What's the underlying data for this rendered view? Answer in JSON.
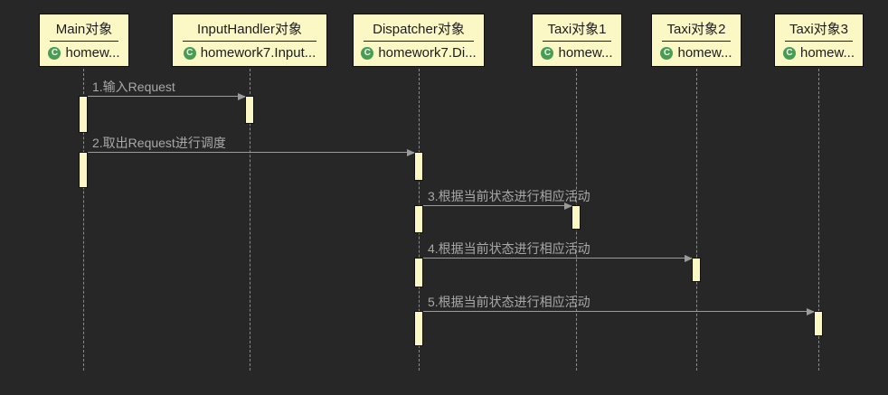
{
  "diagram": {
    "type": "uml-sequence-diagram",
    "background_color": "#272727",
    "node_fill_color": "#fbf8c6",
    "node_border_color": "#0e0e0e",
    "arrow_color": "#9b9b9b",
    "label_color": "#a8a8a8",
    "class_icon_color": "#499c54",
    "class_icon_letter": "C"
  },
  "participants": [
    {
      "name": "Main对象",
      "class_ref": "homew..."
    },
    {
      "name": "InputHandler对象",
      "class_ref": "homework7.Input..."
    },
    {
      "name": "Dispatcher对象",
      "class_ref": "homework7.Di..."
    },
    {
      "name": "Taxi对象1",
      "class_ref": "homew..."
    },
    {
      "name": "Taxi对象2",
      "class_ref": "homew..."
    },
    {
      "name": "Taxi对象3",
      "class_ref": "homew..."
    }
  ],
  "messages": [
    {
      "label": "1.输入Request",
      "from": "Main对象",
      "to": "InputHandler对象"
    },
    {
      "label": "2.取出Request进行调度",
      "from": "Main对象",
      "to": "Dispatcher对象"
    },
    {
      "label": "3.根据当前状态进行相应活动",
      "from": "Dispatcher对象",
      "to": "Taxi对象1"
    },
    {
      "label": "4.根据当前状态进行相应活动",
      "from": "Dispatcher对象",
      "to": "Taxi对象2"
    },
    {
      "label": "5.根据当前状态进行相应活动",
      "from": "Dispatcher对象",
      "to": "Taxi对象3"
    }
  ]
}
